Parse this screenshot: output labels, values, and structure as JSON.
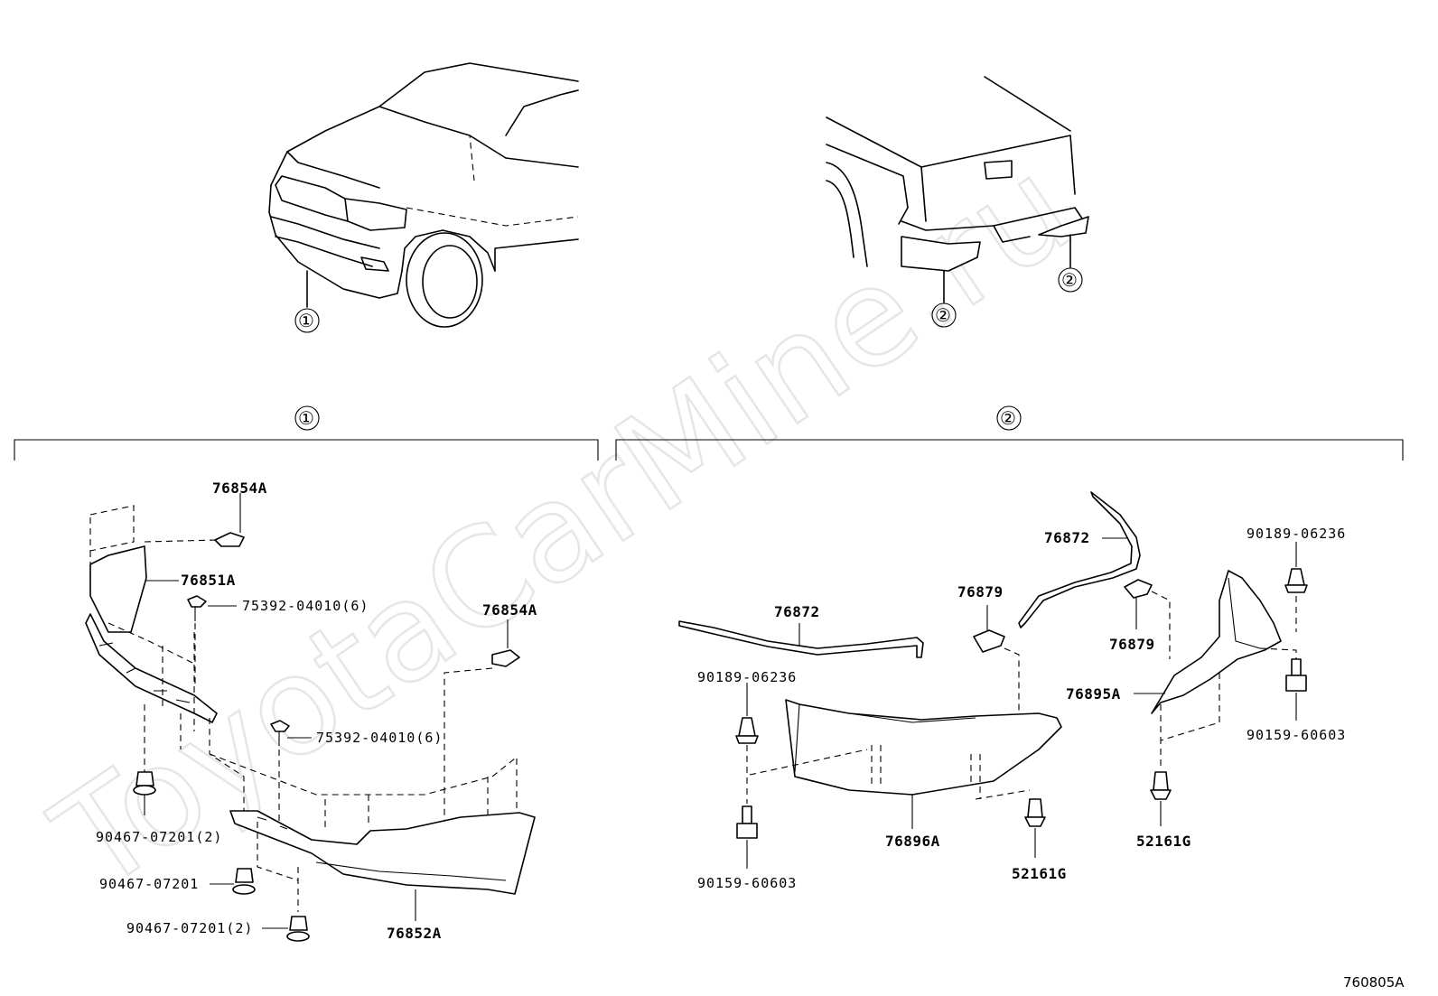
{
  "watermark": "ToyotaCarMine.ru",
  "figure_code": "760805A",
  "callouts": {
    "front_marker": "①",
    "rear_marker": "②"
  },
  "sections": {
    "front_header": "①",
    "rear_header": "②"
  },
  "front_parts": {
    "retainer_top": "76854A",
    "upper_panel": "76851A",
    "clip_upper": "75392-04010(6)",
    "retainer_right": "76854A",
    "clip_lower": "75392-04010(6)",
    "nut_left_qty": "90467-07201(2)",
    "nut_single": "90467-07201",
    "nut_bottom_qty": "90467-07201(2)",
    "spoiler": "76852A"
  },
  "rear_parts": {
    "strip_left": "76872",
    "strip_right": "76872",
    "bracket_left": "76879",
    "bracket_right": "76879",
    "screw_upper_left": "90189-06236",
    "screw_upper_right": "90189-06236",
    "bolt_lower_left": "90159-60603",
    "bolt_lower_right": "90159-60603",
    "extension_left": "76896A",
    "extension_right": "76895A",
    "clip_left": "52161G",
    "clip_right": "52161G"
  }
}
